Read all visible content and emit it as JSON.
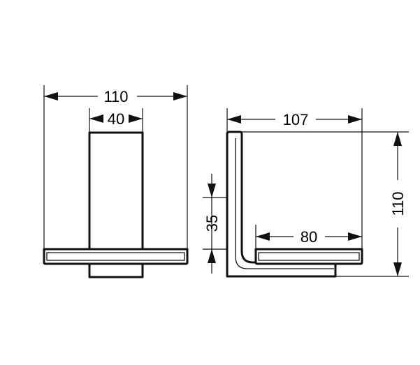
{
  "drawing": {
    "front_view": {
      "overall_width": "110",
      "post_width": "40"
    },
    "side_view": {
      "depth": "107",
      "height": "110",
      "shelf_height": "35",
      "shelf_depth": "80"
    },
    "colors": {
      "line": "#111111",
      "background": "#ffffff"
    }
  }
}
